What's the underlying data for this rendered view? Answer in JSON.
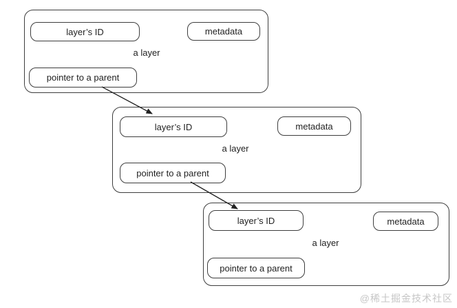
{
  "diagram": {
    "layers": [
      {
        "id_label": "layer’s ID",
        "metadata_label": "metadata",
        "caption": "a layer",
        "pointer_label": "pointer to a parent"
      },
      {
        "id_label": "layer’s ID",
        "metadata_label": "metadata",
        "caption": "a layer",
        "pointer_label": "pointer to a parent"
      },
      {
        "id_label": "layer’s ID",
        "metadata_label": "metadata",
        "caption": "a layer",
        "pointer_label": "pointer to a parent"
      }
    ],
    "arrows": [
      {
        "from": "layer-1-pointer-to-parent",
        "to": "layer-2-id"
      },
      {
        "from": "layer-2-pointer-to-parent",
        "to": "layer-3-id"
      }
    ],
    "watermark": "@稀土掘金技术社区",
    "colors": {
      "border": "#3d3d3d",
      "text": "#222222",
      "arrow": "#222222",
      "watermark": "#c6c6c6",
      "background": "#ffffff"
    }
  }
}
